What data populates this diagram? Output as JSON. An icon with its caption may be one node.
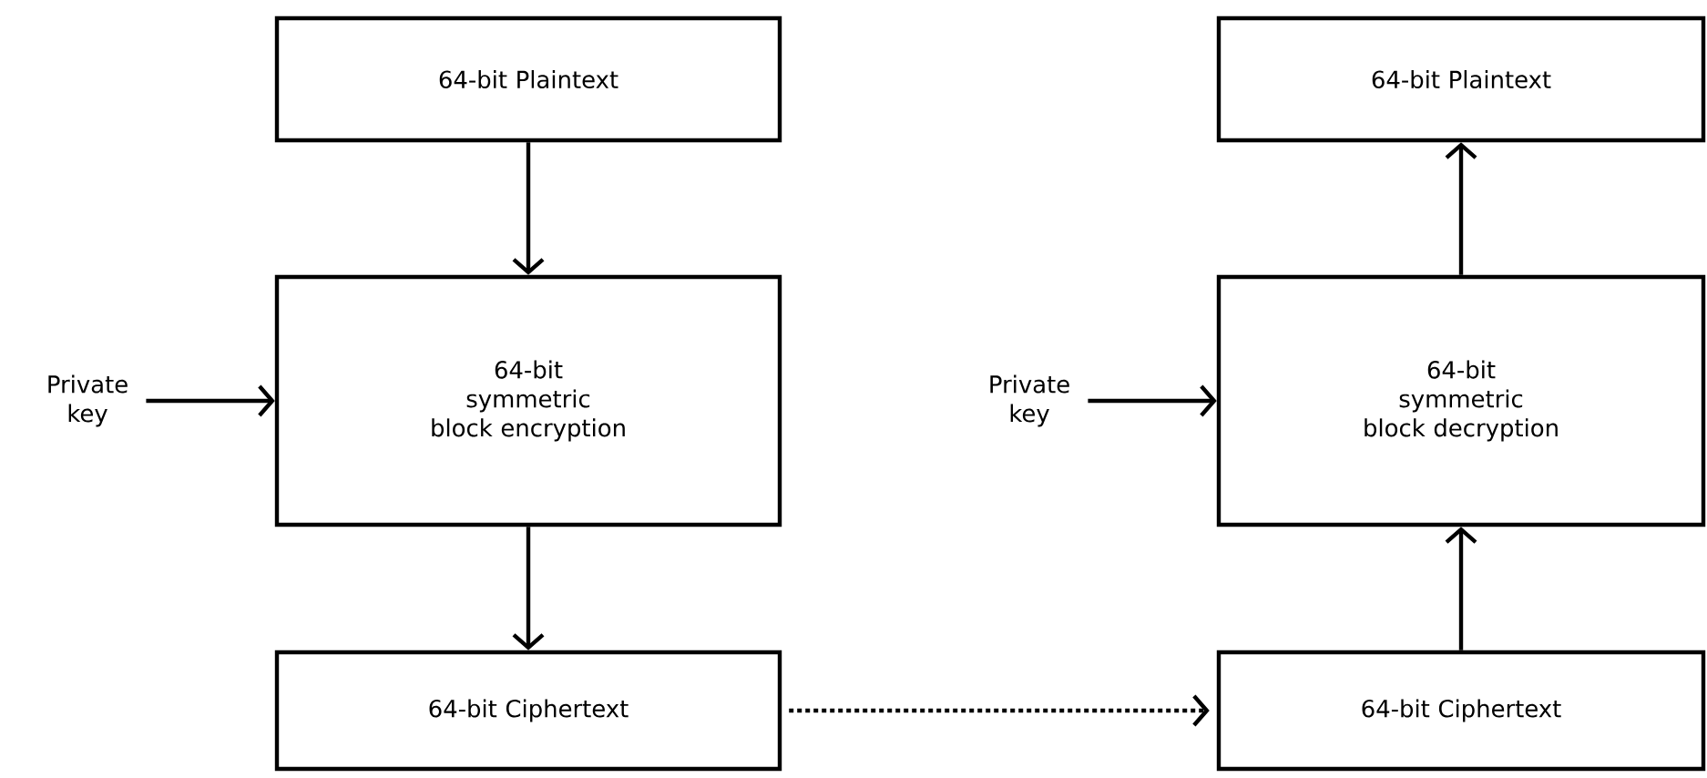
{
  "diagram": {
    "nodes": [
      {
        "text": [
          "64-bit Plaintext"
        ]
      },
      {
        "text": [
          "64-bit symmetric block encryption"
        ]
      },
      {
        "text": [
          "64-bit Ciphertext"
        ]
      },
      {
        "text": [
          "64-bit Plaintext"
        ]
      },
      {
        "text": [
          "64-bit symmetric block decryption"
        ]
      },
      {
        "text": [
          "64-bit Ciphertext"
        ]
      },
      {
        "text": [
          "Private key"
        ]
      },
      {
        "text": [
          "Private key"
        ]
      }
    ],
    "edges": [
      {
        "from": 0,
        "to": 1,
        "arrow": "to"
      },
      {
        "from": 6,
        "to": 1,
        "arrow": "to"
      },
      {
        "from": 1,
        "to": 2,
        "arrow": "to"
      },
      {
        "from": 2,
        "to": 5,
        "arrow": "to",
        "style": "dashed"
      },
      {
        "from": 5,
        "to": 4,
        "arrow": "to"
      },
      {
        "from": 4,
        "to": 3,
        "arrow": "to"
      },
      {
        "from": 7,
        "to": 4,
        "arrow": "to"
      }
    ]
  }
}
